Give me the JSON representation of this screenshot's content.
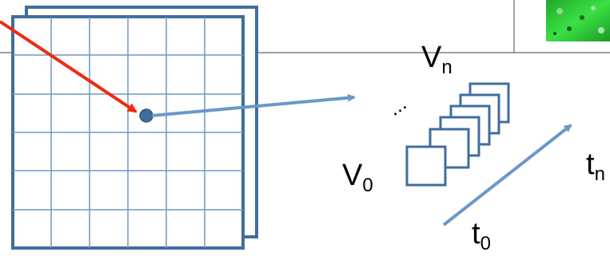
{
  "labels": {
    "v0": {
      "main": "V",
      "sub": "0"
    },
    "vn": {
      "main": "V",
      "sub": "n"
    },
    "t0": {
      "main": "t",
      "sub": "0"
    },
    "tn": {
      "main": "t",
      "sub": "n"
    },
    "ellipsis": "..."
  },
  "colors": {
    "grid": "#3f6e9b",
    "grid_inner": "#6f97c4",
    "pointer_red": "#ee2a12",
    "arrow_blue": "#6a98c8",
    "dot": "#3f6e9b",
    "separator": "#555555",
    "thumbnail_green": "#27c433"
  }
}
